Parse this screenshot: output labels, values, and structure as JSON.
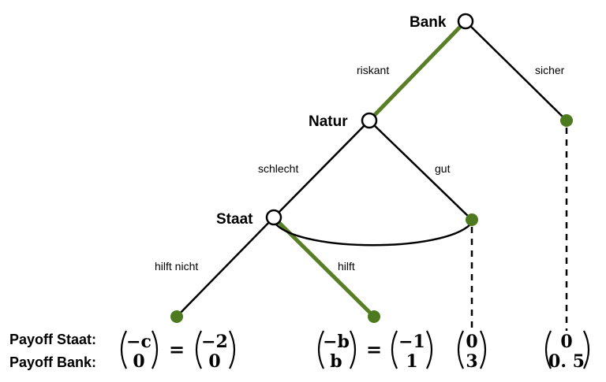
{
  "nodes": {
    "bank": "Bank",
    "natur": "Natur",
    "staat": "Staat"
  },
  "edges": {
    "riskant": "riskant",
    "sicher": "sicher",
    "schlecht": "schlecht",
    "gut": "gut",
    "hilft_nicht": "hilft nicht",
    "hilft": "hilft"
  },
  "payoff_labels": {
    "staat": "Payoff Staat:",
    "bank": "Payoff Bank:"
  },
  "payoffs": {
    "hilft_nicht": {
      "top": "−c",
      "bottom": "0",
      "eq": "=",
      "top_num": "−2",
      "bottom_num": "0"
    },
    "hilft": {
      "top": "−b",
      "bottom": "b",
      "eq": "=",
      "top_num": "−1",
      "bottom_num": "1"
    },
    "gut": {
      "top": "0",
      "bottom": "3"
    },
    "sicher": {
      "top": "0",
      "bottom": "0. 5"
    }
  },
  "colors": {
    "highlight": "#5a7e26",
    "leaf": "#4d7a1f",
    "line": "#000000"
  }
}
